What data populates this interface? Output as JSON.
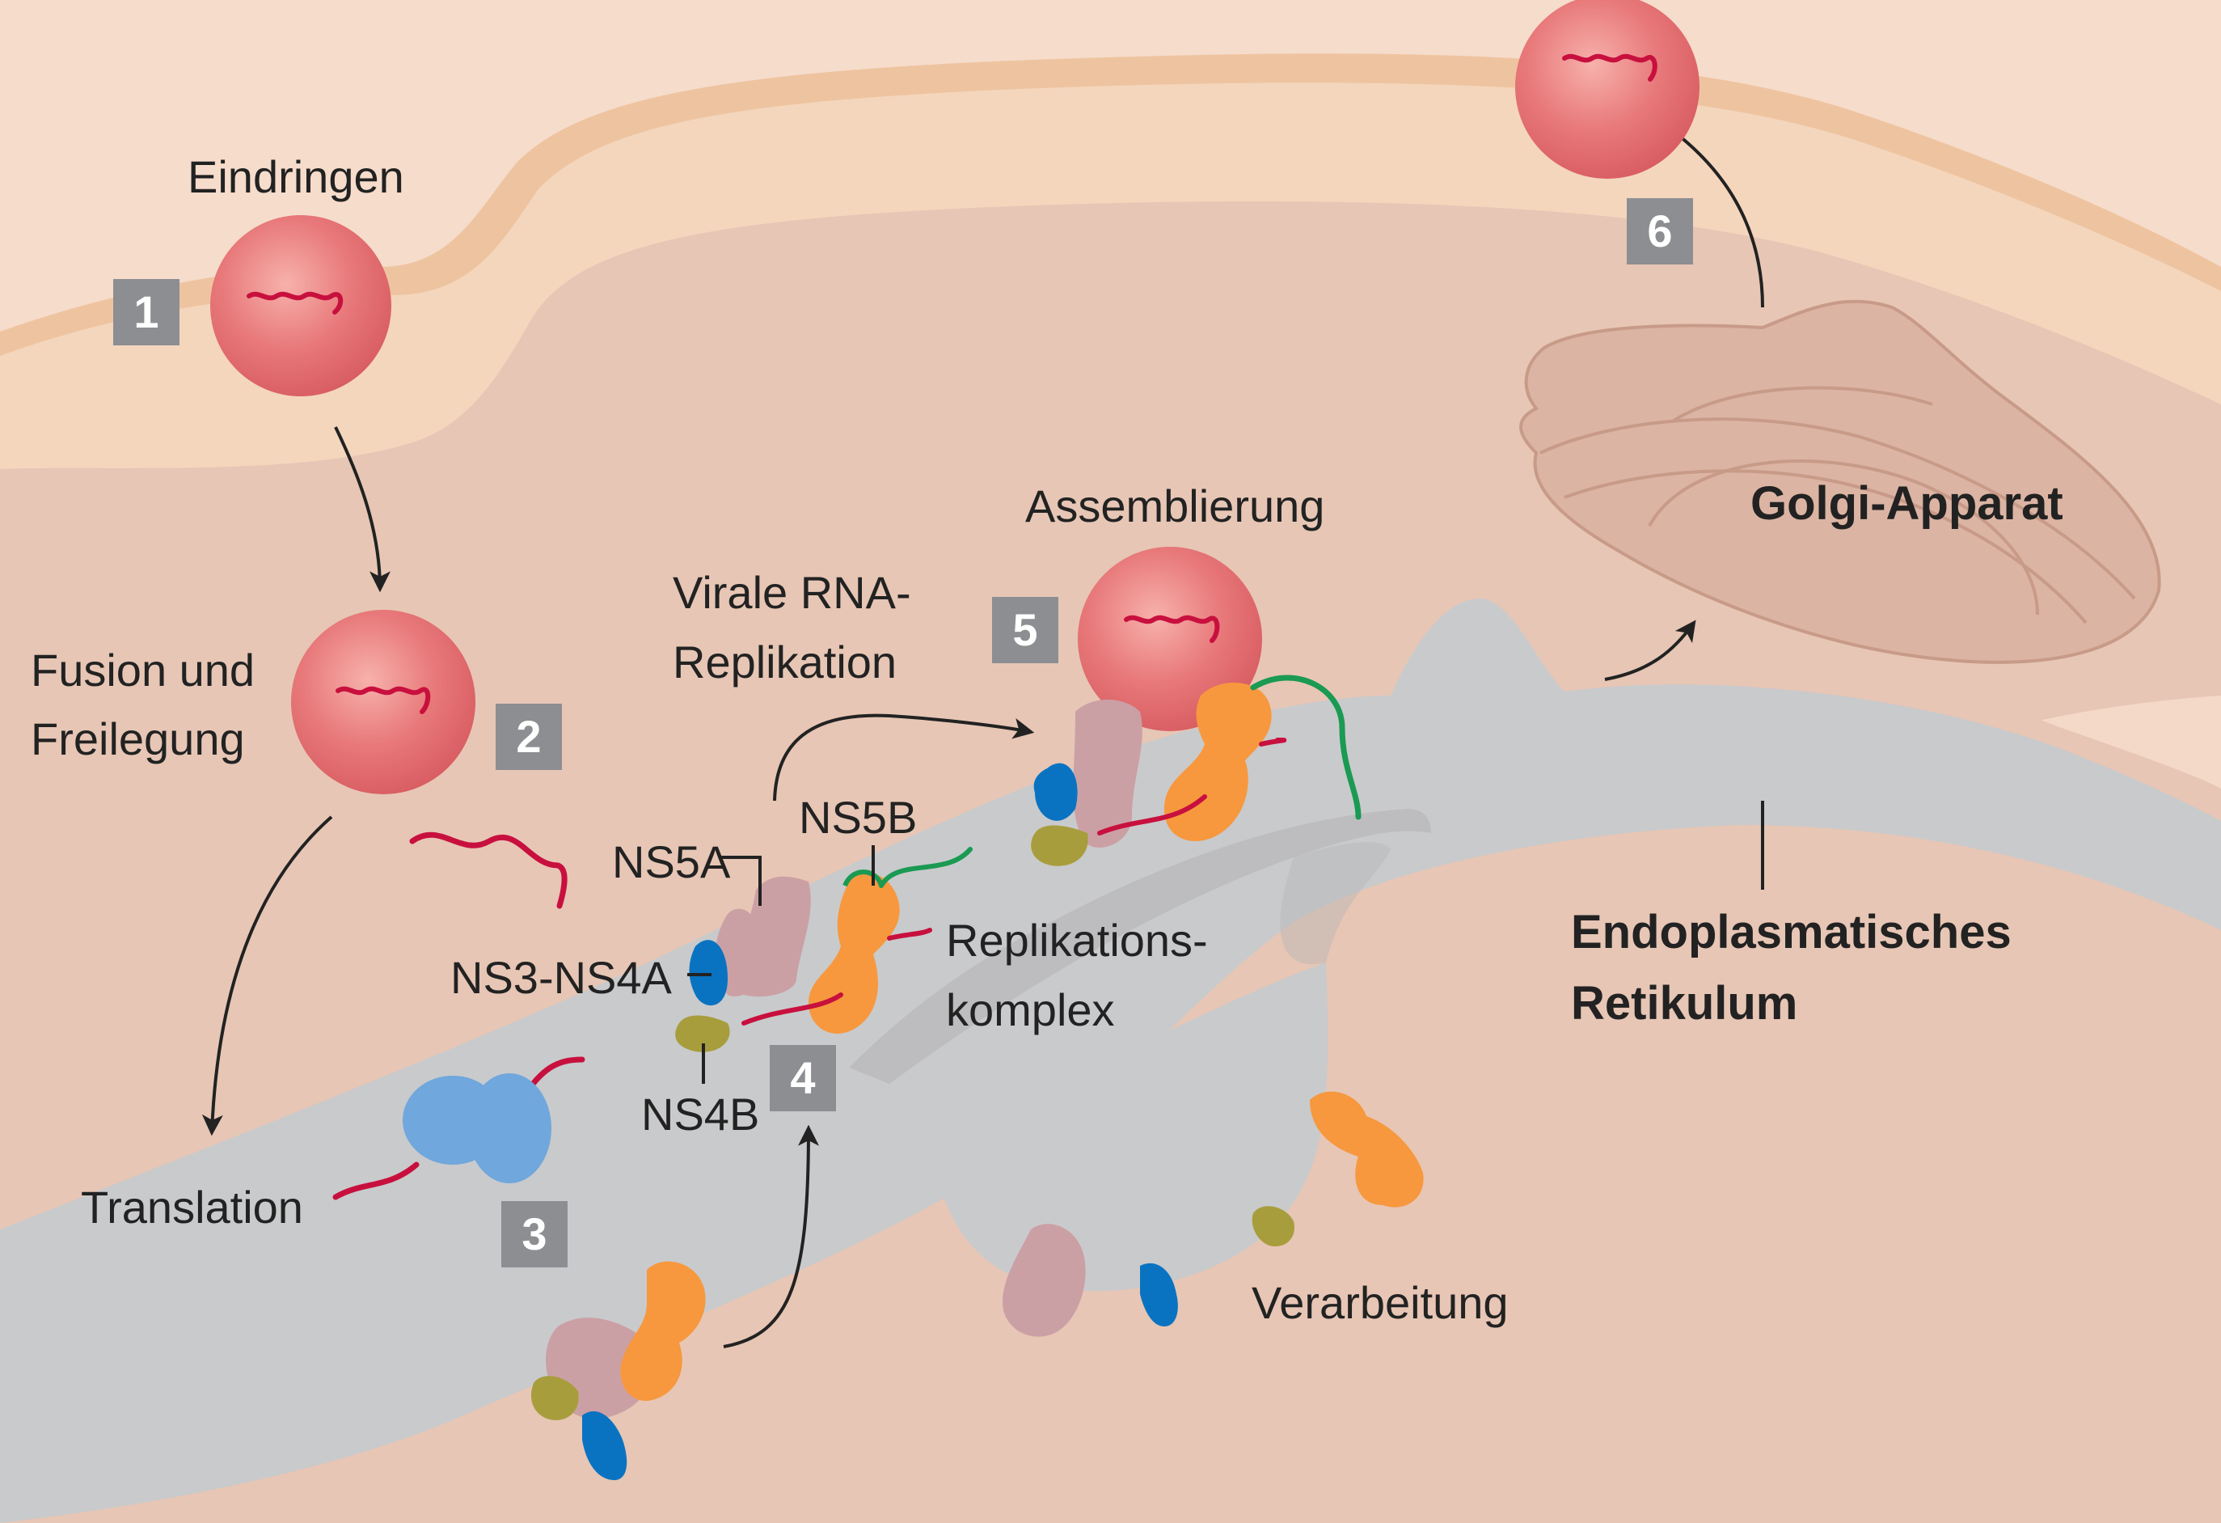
{
  "colors": {
    "background": "#f6dccb",
    "membrane_outer": "#eec4a0",
    "membrane_band": "#f4d6bd",
    "cytoplasm": "#e7c6b5",
    "er": "#c9cacc",
    "er_dark": "#b2b3b6",
    "golgi": "#dcb4a3",
    "golgi_line": "#c89a88",
    "virus": "#e46f70",
    "rna_red": "#c8103e",
    "rna_green": "#1a9a52",
    "ns3_blue": "#0a73c1",
    "ns4b_olive": "#a89d3d",
    "ns5a_mauve": "#cba0a5",
    "ns5b_orange": "#f7983e",
    "ribosome": "#70a7dd",
    "step_box": "#8c8e92",
    "arrow": "#222222"
  },
  "labels": {
    "entry": "Eindringen",
    "fusion_1": "Fusion und",
    "fusion_2": "Freilegung",
    "translation": "Translation",
    "rna_repl_1": "Virale RNA-",
    "rna_repl_2": "Replikation",
    "assembly": "Assemblierung",
    "golgi": "Golgi-Apparat",
    "er_1": "Endoplasmatisches",
    "er_2": "Retikulum",
    "processing": "Verarbeitung",
    "repl_complex_1": "Replikations-",
    "repl_complex_2": "komplex",
    "ns5a": "NS5A",
    "ns5b": "NS5B",
    "ns3_ns4a": "NS3-NS4A",
    "ns4b": "NS4B"
  },
  "steps": [
    "1",
    "2",
    "3",
    "4",
    "5",
    "6"
  ]
}
